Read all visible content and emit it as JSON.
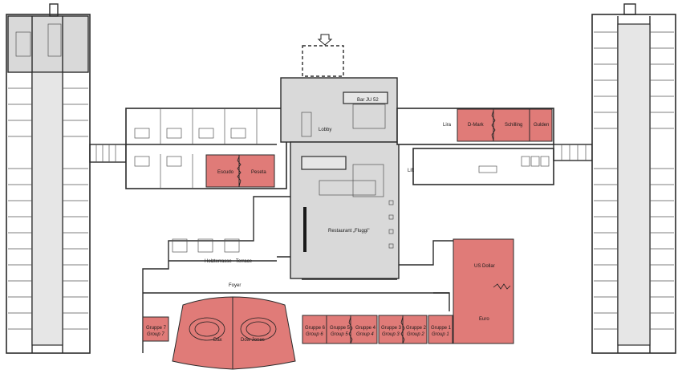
{
  "rooms": {
    "lobby": "Lobby",
    "bar": "Bar JU 52",
    "restaurant": "Restaurant „Fluggi\"",
    "terrace": "Holzterrasse · Terrace",
    "foyer": "Foyer",
    "lira": "Lira",
    "lift": "Lift",
    "escudo": "Escudo",
    "peseta": "Peseta",
    "dmark": "D-Mark",
    "schilling": "Schilling",
    "gulden": "Gulden",
    "usdollar": "US Dollar",
    "euro": "Euro",
    "dax": "Dax",
    "dowjones": "Dow Jones",
    "gruppe7a": "Gruppe 7",
    "gruppe7b": "Group 7",
    "gruppe6a": "Gruppe 6",
    "gruppe6b": "Group 6",
    "gruppe5a": "Gruppe 5",
    "gruppe5b": "Group 5",
    "gruppe4a": "Gruppe 4",
    "gruppe4b": "Group 4",
    "gruppe3a": "Gruppe 3",
    "gruppe3b": "Group 3",
    "gruppe2a": "Gruppe 2",
    "gruppe2b": "Group 2",
    "gruppe1a": "Gruppe 1",
    "gruppe1b": "Group 1"
  },
  "colors": {
    "meeting_room": "#e07b78",
    "service_area": "#d9d9d9",
    "wall": "#2b2b2b"
  },
  "icons": {
    "entrance": "arrow-down-icon"
  }
}
